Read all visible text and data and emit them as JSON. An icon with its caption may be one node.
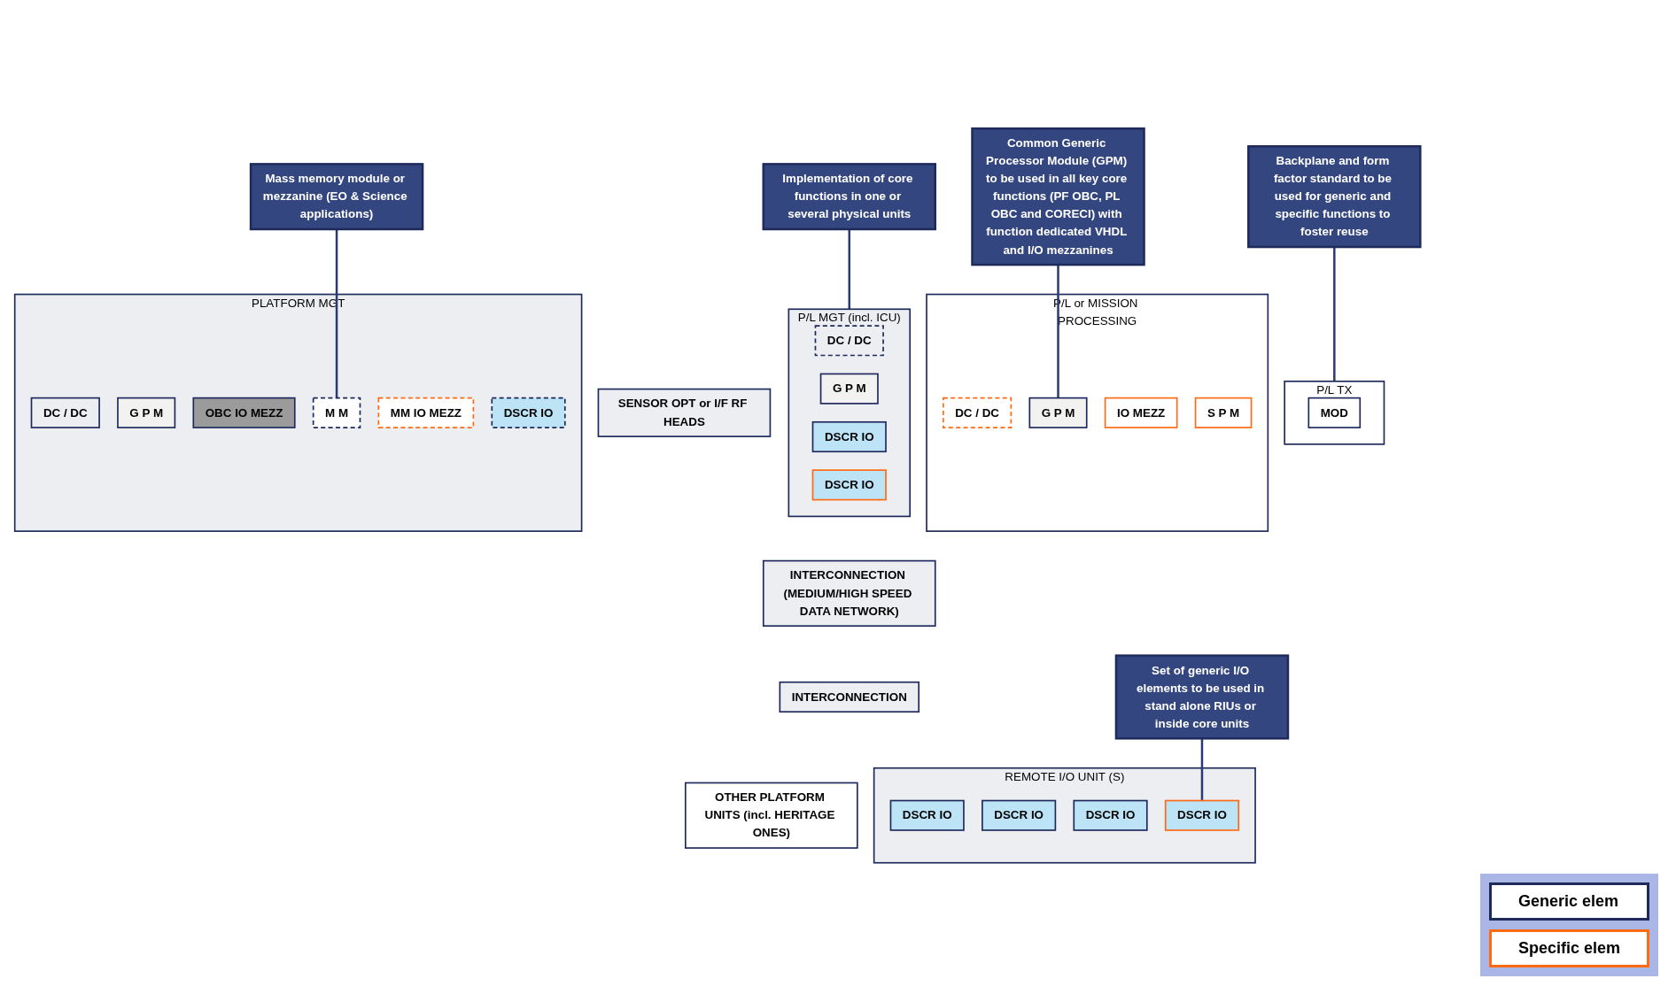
{
  "diagram": {
    "nodes": [
      {
        "text": [
          "Mass memory module or mezzanine (EO & Science applications)"
        ]
      },
      {
        "text": [
          "PLATFORM MGT"
        ]
      },
      {
        "text": [
          "DC / DC"
        ],
        "in": 1
      },
      {
        "text": [
          "G P M"
        ],
        "in": 1
      },
      {
        "text": [
          "OBC IO MEZZ"
        ],
        "in": 1
      },
      {
        "text": [
          "M M"
        ],
        "in": 1
      },
      {
        "text": [
          "MM IO MEZZ"
        ],
        "in": 1
      },
      {
        "text": [
          "DSCR IO"
        ],
        "in": 1
      },
      {
        "text": [
          "SENSOR OPT or I/F RF HEADS"
        ]
      },
      {
        "text": [
          "P/L MGT (incl. ICU)"
        ]
      },
      {
        "text": [
          "DC / DC"
        ],
        "in": 9
      },
      {
        "text": [
          "G P M"
        ],
        "in": 9
      },
      {
        "text": [
          "DSCR IO"
        ],
        "in": 9
      },
      {
        "text": [
          "DSCR IO"
        ],
        "in": 9
      },
      {
        "text": [
          "P/L TX"
        ]
      },
      {
        "text": [
          "MOD"
        ],
        "in": 14
      },
      {
        "text": [
          "P/L or MISSION PROCESSING"
        ]
      },
      {
        "text": [
          "DC / DC"
        ],
        "in": 16
      },
      {
        "text": [
          "G P M"
        ],
        "in": 16
      },
      {
        "text": [
          "IO MEZZ"
        ],
        "in": 16
      },
      {
        "text": [
          "S P M"
        ],
        "in": 16
      },
      {
        "text": [
          "INTERCONNECTION (MEDIUM/HIGH SPEED DATA NETWORK)"
        ]
      },
      {
        "text": [
          "INTERCONNECTION"
        ]
      },
      {
        "text": [
          "REMOTE I/O UNIT (S)"
        ]
      },
      {
        "text": [
          "DSCR IO"
        ],
        "in": 23
      },
      {
        "text": [
          "DSCR IO"
        ],
        "in": 23
      },
      {
        "text": [
          "DSCR IO"
        ],
        "in": 23
      },
      {
        "text": [
          "DSCR IO"
        ],
        "in": 23
      },
      {
        "text": [
          "OTHER PLATFORM UNITS (incl. HERITAGE ONES)"
        ]
      },
      {
        "text": [
          "Implementation of core functions in one or several physical units"
        ]
      },
      {
        "text": [
          "Backplane and form factor standard to be used for generic and specific functions to foster reuse"
        ]
      },
      {
        "text": [
          "Common Generic Processor Module (GPM) to be used in all key core functions (PF OBC, PL OBC and CORECI) with function dedicated VHDL and I/O mezzanines"
        ]
      },
      {
        "text": [
          "Set of generic I/O elements to be used in stand alone RIUs or inside core units"
        ]
      }
    ],
    "edges": [
      {
        "from": 0,
        "to": 5,
        "arrow": "none"
      },
      {
        "from": 29,
        "to": 9,
        "arrow": "none"
      },
      {
        "from": 30,
        "to": 14,
        "arrow": "none"
      },
      {
        "from": 31,
        "to": 18,
        "arrow": "none"
      },
      {
        "from": 32,
        "to": 27,
        "arrow": "none"
      }
    ],
    "legend": [
      {
        "text": "Generic elem"
      },
      {
        "text": "Specific elem"
      }
    ]
  }
}
